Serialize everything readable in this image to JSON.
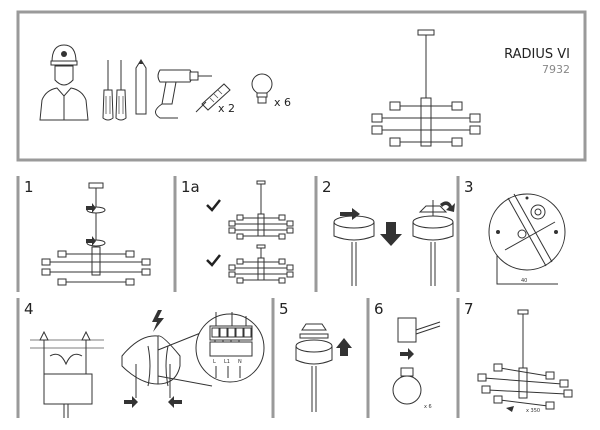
{
  "product": {
    "name": "RADIUS VI",
    "code": "7932"
  },
  "tools": {
    "screws_qty": "x 2",
    "bulbs_qty": "x 6"
  },
  "steps": [
    {
      "label": "1"
    },
    {
      "label": "1a"
    },
    {
      "label": "2"
    },
    {
      "label": "3"
    },
    {
      "label": "4"
    },
    {
      "label": "5"
    },
    {
      "label": "6"
    },
    {
      "label": "7"
    }
  ],
  "step1a": {
    "check_icon": "checkmark-icon"
  },
  "step3": {
    "small_label": "40"
  },
  "step4": {
    "terminal_labels": [
      "L",
      "L1",
      "N",
      "L",
      "L1",
      "N"
    ],
    "warning_icon": "lightning-icon"
  },
  "step6": {
    "bulb_qty": "x 6"
  },
  "step7": {
    "label": "x 350"
  },
  "colors": {
    "frame": "#999999",
    "lines": "#333333",
    "arrow": "#222222"
  }
}
